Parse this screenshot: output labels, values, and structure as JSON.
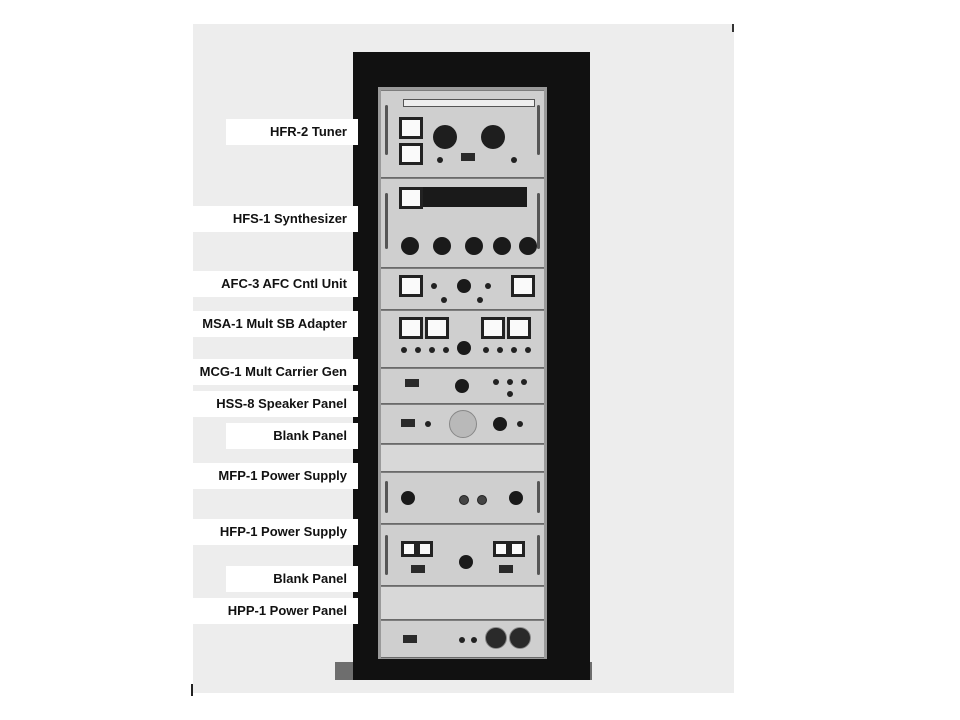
{
  "labels": [
    "HFR-2 Tuner",
    "HFS-1 Synthesizer",
    "AFC-3 AFC Cntl Unit",
    "MSA-1 Mult SB Adapter",
    "MCG-1 Mult Carrier Gen",
    "HSS-8 Speaker Panel",
    "Blank Panel",
    "MFP-1 Power Supply",
    "HFP-1 Power Supply",
    "Blank Panel",
    "HPP-1 Power Panel"
  ]
}
